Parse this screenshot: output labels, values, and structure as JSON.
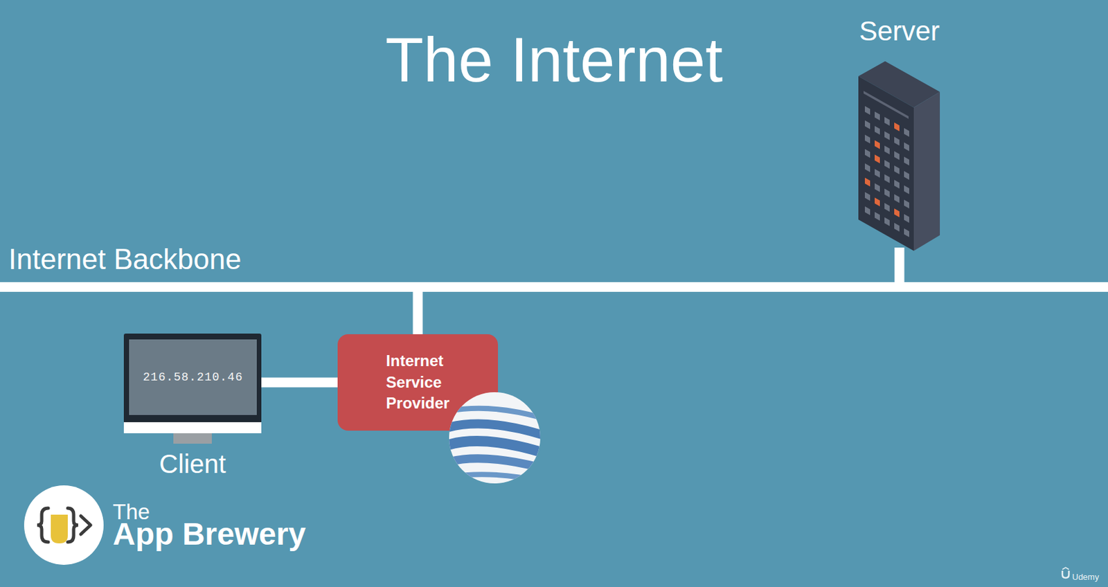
{
  "diagram": {
    "title": "The Internet",
    "nodes": [
      {
        "text": [
          "Server"
        ]
      },
      {
        "text": [
          "Internet Backbone"
        ]
      },
      {
        "text": [
          "216.58.210.46",
          "Client"
        ]
      },
      {
        "text": [
          "Internet Service Provider"
        ]
      }
    ],
    "edges": [
      {
        "from": 2,
        "to": 3,
        "arrow": "none"
      },
      {
        "from": 3,
        "to": 1,
        "arrow": "none"
      },
      {
        "from": 0,
        "to": 1,
        "arrow": "none"
      }
    ],
    "labels": [
      "The",
      "App Brewery",
      "Udemy"
    ]
  }
}
